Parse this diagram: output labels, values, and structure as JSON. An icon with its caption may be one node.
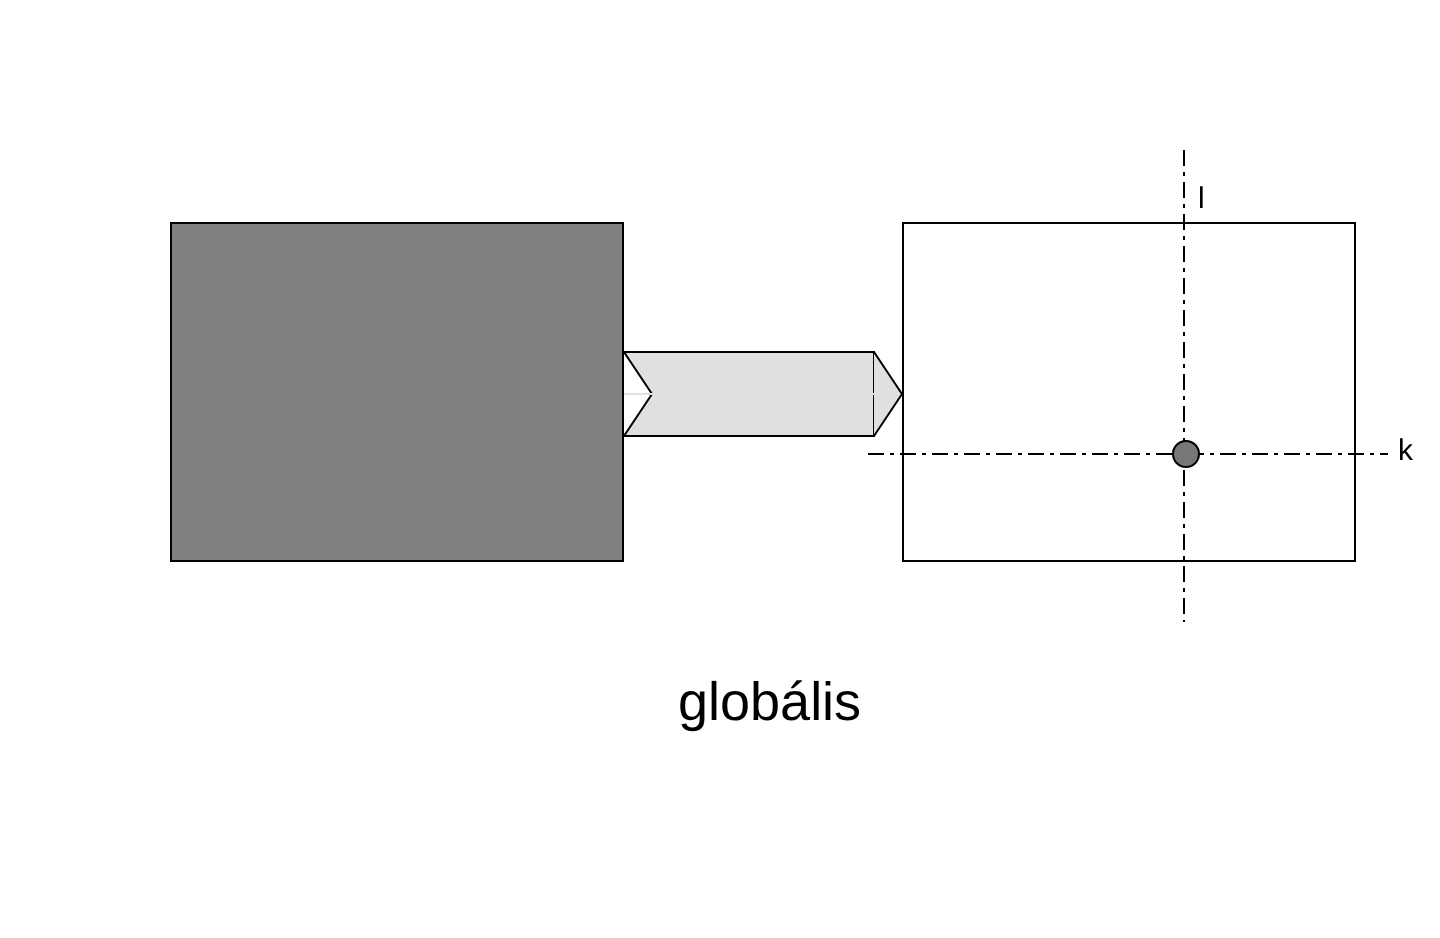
{
  "diagram": {
    "nodes": [
      {
        "text": [],
        "shape": "box"
      },
      {
        "text": [],
        "shape": "box"
      },
      {
        "text": [],
        "shape": "circle",
        "in": 1
      }
    ],
    "edges": [
      {
        "from": 0,
        "to": 1,
        "arrow": "to"
      }
    ],
    "labels": [
      "l",
      "k",
      "globális"
    ]
  }
}
